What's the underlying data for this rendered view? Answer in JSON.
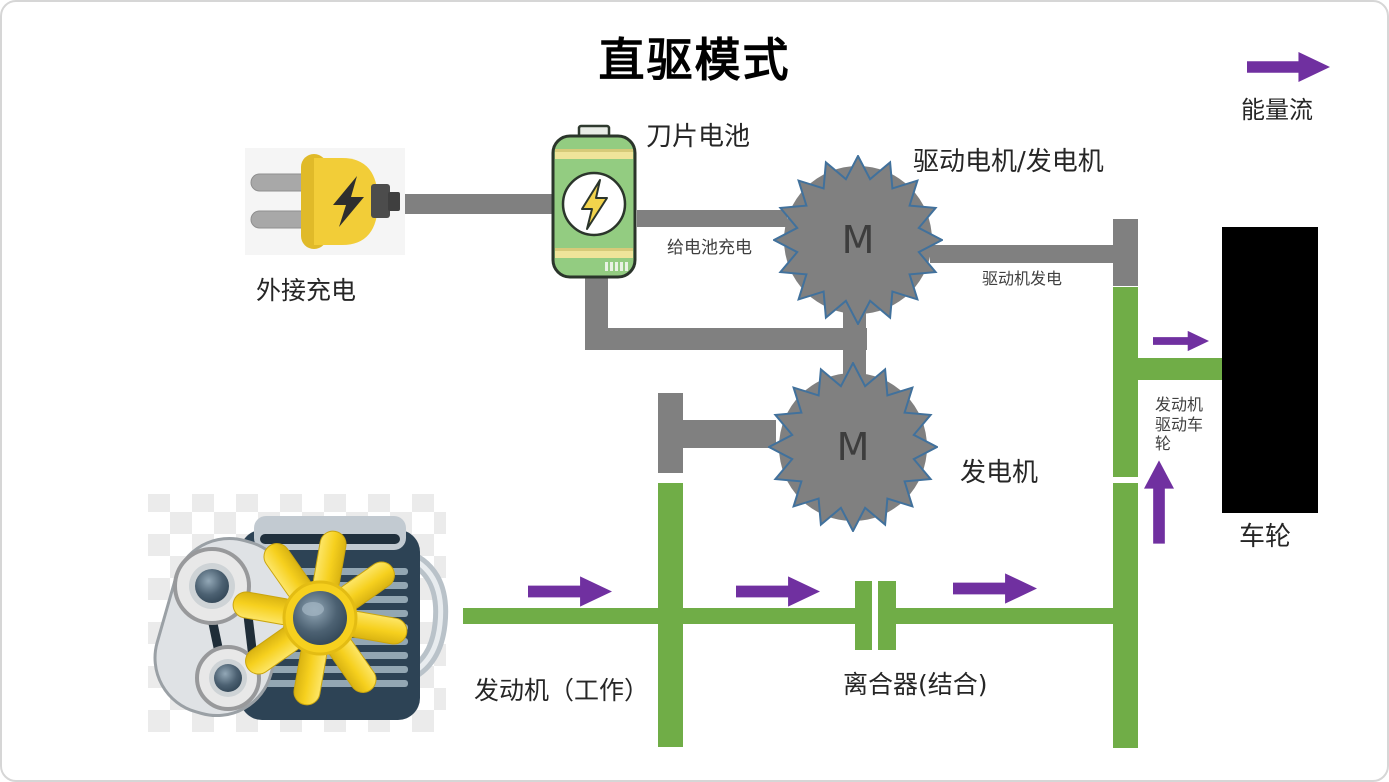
{
  "title": "直驱模式",
  "legend": {
    "label": "能量流"
  },
  "nodes": {
    "external_charging": {
      "label": "外接充电"
    },
    "battery": {
      "label": "刀片电池"
    },
    "drive_motor": {
      "label": "驱动电机/发电机",
      "symbol": "M"
    },
    "generator": {
      "label": "发电机",
      "symbol": "M"
    },
    "engine": {
      "label": "发动机（工作）"
    },
    "clutch": {
      "label": "离合器(结合)"
    },
    "wheel": {
      "label": "车轮"
    }
  },
  "flow_labels": {
    "charge_battery": "给电池充电",
    "motor_generating": "驱动机发电",
    "engine_drives_wheel": "发动机驱动车轮"
  },
  "colors": {
    "electric_path": "#808080",
    "mechanical_path": "#70AD47",
    "energy_arrow": "#7030A0",
    "gear_tooth_outline": "#41719C",
    "wheel": "#000000"
  }
}
